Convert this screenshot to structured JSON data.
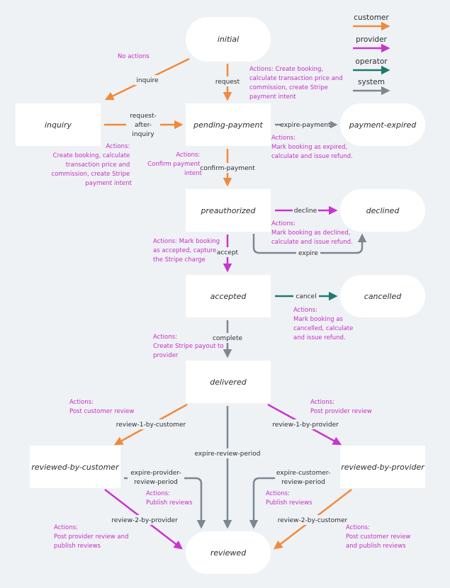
{
  "colors": {
    "customer": "#f08a3c",
    "provider": "#c834d0",
    "operator": "#1e7a6e",
    "system": "#7d8791",
    "node_fill": "#ffffff",
    "background": "#eff2f5",
    "actions_text": "#c42fc4"
  },
  "legend": [
    {
      "key": "customer",
      "label": "customer"
    },
    {
      "key": "provider",
      "label": "provider"
    },
    {
      "key": "operator",
      "label": "operator"
    },
    {
      "key": "system",
      "label": "system"
    }
  ],
  "states": {
    "initial": "initial",
    "inquiry": "inquiry",
    "pending_payment": "pending-payment",
    "payment_expired": "payment-expired",
    "preauthorized": "preauthorized",
    "declined": "declined",
    "accepted": "accepted",
    "cancelled": "cancelled",
    "delivered": "delivered",
    "reviewed_by_customer": "reviewed-by-customer",
    "reviewed_by_provider": "reviewed-by-provider",
    "reviewed": "reviewed"
  },
  "transitions": {
    "inquire": "inquire",
    "request": "request",
    "request_after_inquiry": [
      "request-",
      "after-",
      "inquiry"
    ],
    "expire_payment": "expire-payment",
    "confirm_payment": "confirm-payment",
    "decline": "decline",
    "expire": "expire",
    "accept": "accept",
    "cancel": "cancel",
    "complete": "complete",
    "review_1_by_customer": "review-1-by-customer",
    "review_1_by_provider": "review-1-by-provider",
    "expire_review_period": "expire-review-period",
    "expire_provider_review_period": [
      "expire-provider-",
      "review-period"
    ],
    "expire_customer_review_period": [
      "expire-customer-",
      "review-period"
    ],
    "review_2_by_provider": "review-2-by-provider",
    "review_2_by_customer": "review-2-by-customer"
  },
  "actions": {
    "inquire": [
      "No actions"
    ],
    "request": [
      "Actions: Create booking,",
      "calculate transaction price and",
      "commission, create Stripe",
      "payment intent"
    ],
    "request_after_inquiry": [
      "Actions:",
      "Create booking, calculate",
      "transaction price and",
      "commission, create Stripe",
      "payment intent"
    ],
    "confirm_payment": [
      "Actions:",
      "Confirm payment",
      "intent"
    ],
    "expire_payment": [
      "Actions:",
      "Mark booking as expired,",
      "calculate and issue refund."
    ],
    "decline": [
      "Actions:",
      "Mark booking as declined,",
      "calculate and issue refund."
    ],
    "accept": [
      "Actions: Mark booking",
      "as accepted, capture",
      "the Stripe charge"
    ],
    "cancel": [
      "Actions:",
      "Mark booking as",
      "cancelled, calculate",
      "and issue refund."
    ],
    "complete": [
      "Actions:",
      "Create Stripe payout to",
      "provider"
    ],
    "review_1_by_customer": [
      "Actions:",
      "Post customer review"
    ],
    "review_1_by_provider": [
      "Actions:",
      "Post provider review"
    ],
    "expire_provider_review_period": [
      "Actions:",
      "Publish reviews"
    ],
    "expire_customer_review_period": [
      "Actions:",
      "Publish reviews"
    ],
    "review_2_by_provider": [
      "Actions:",
      "Post provider review and",
      "publish reviews"
    ],
    "review_2_by_customer": [
      "Actions:",
      "Post customer review",
      "and publish reviews"
    ]
  }
}
